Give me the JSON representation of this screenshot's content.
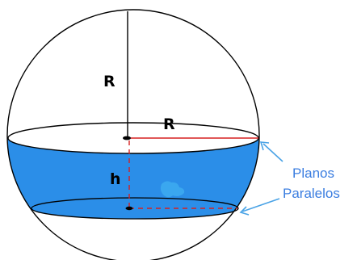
{
  "labels": {
    "radius_vertical": "R",
    "radius_horizontal": "R",
    "height": "h",
    "planes_line1": "Planos",
    "planes_line2": "Paralelos"
  },
  "colors": {
    "water": "#2b8ee8",
    "water_top": "#ffffff",
    "outline": "#000000",
    "radius_line": "#d62020",
    "annotation": "#3a7de0",
    "arrow": "#4aa3e6"
  }
}
